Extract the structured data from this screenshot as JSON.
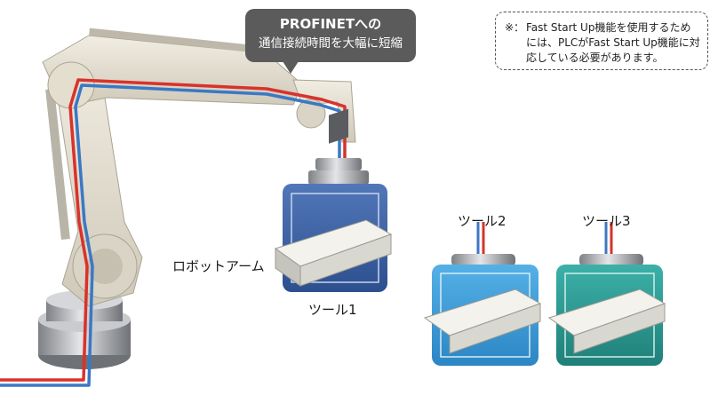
{
  "callout": {
    "line1": "PROFINETへの",
    "line2": "通信接続時間を大幅に短縮"
  },
  "note": {
    "mark": "※：",
    "text": "Fast Start Up機能を使用するためには、PLCがFast Start Up機能に対応している必要があります。"
  },
  "labels": {
    "robot_arm": "ロボットアーム",
    "tool1": "ツール1",
    "tool2": "ツール2",
    "tool3": "ツール3"
  },
  "colors": {
    "arm": "#e6e1d3",
    "arm_shadow": "#b9b4a5",
    "cable_red": "#d9322b",
    "cable_blue": "#3b78c4",
    "tool1": "#3d64a6",
    "tool2": "#3d9bd6",
    "tool3": "#2a9a93",
    "valve": "#ecebe4",
    "metal": "#a7a9ad"
  }
}
